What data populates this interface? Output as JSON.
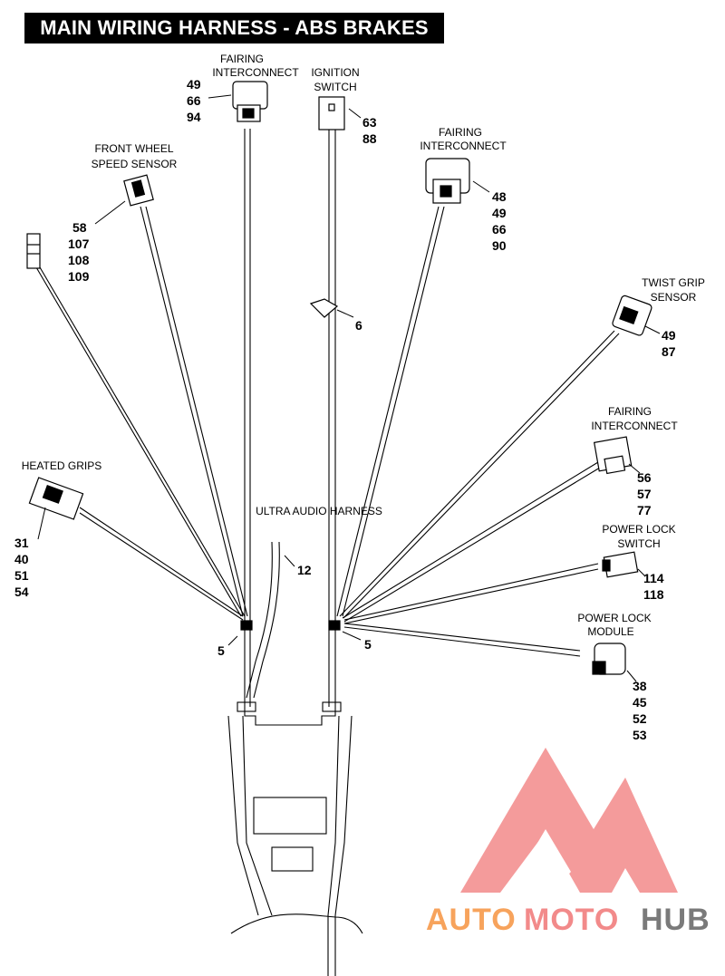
{
  "title": "MAIN WIRING HARNESS - ABS BRAKES",
  "components": [
    {
      "id": "fairing-interconnect-top",
      "label": [
        "FAIRING",
        "INTERCONNECT"
      ],
      "refs": [
        "49",
        "66",
        "94"
      ]
    },
    {
      "id": "ignition-switch",
      "label": [
        "IGNITION",
        "SWITCH"
      ],
      "refs": [
        "63",
        "88"
      ]
    },
    {
      "id": "front-wheel-speed-sensor",
      "label": [
        "FRONT WHEEL",
        "SPEED SENSOR"
      ],
      "refs": [
        "58",
        "107",
        "108",
        "109"
      ]
    },
    {
      "id": "fairing-interconnect-upper-right",
      "label": [
        "FAIRING",
        "INTERCONNECT"
      ],
      "refs": [
        "48",
        "49",
        "66",
        "90"
      ]
    },
    {
      "id": "clip",
      "label": [],
      "refs": [
        "6"
      ]
    },
    {
      "id": "twist-grip-sensor",
      "label": [
        "TWIST GRIP",
        "SENSOR"
      ],
      "refs": [
        "49",
        "87"
      ]
    },
    {
      "id": "heated-grips",
      "label": [
        "HEATED GRIPS"
      ],
      "refs": [
        "31",
        "40",
        "51",
        "54"
      ]
    },
    {
      "id": "fairing-interconnect-right",
      "label": [
        "FAIRING",
        "INTERCONNECT"
      ],
      "refs": [
        "56",
        "57",
        "77"
      ]
    },
    {
      "id": "ultra-audio-harness",
      "label": [
        "ULTRA AUDIO HARNESS"
      ],
      "refs": [
        "12"
      ]
    },
    {
      "id": "power-lock-switch",
      "label": [
        "POWER LOCK",
        "SWITCH"
      ],
      "refs": [
        "114",
        "118"
      ]
    },
    {
      "id": "power-lock-module",
      "label": [
        "POWER LOCK",
        "MODULE"
      ],
      "refs": [
        "38",
        "45",
        "52",
        "53"
      ]
    },
    {
      "id": "cable-strap-left",
      "label": [],
      "refs": [
        "5"
      ]
    },
    {
      "id": "cable-strap-right",
      "label": [],
      "refs": [
        "5"
      ]
    }
  ],
  "watermark": {
    "part1": "AUTO",
    "part2": "MOTO",
    "part3": "HUB",
    "color_orange": "#f7a35c",
    "color_red": "#f28a8a",
    "color_gray": "#7a7a7a"
  }
}
